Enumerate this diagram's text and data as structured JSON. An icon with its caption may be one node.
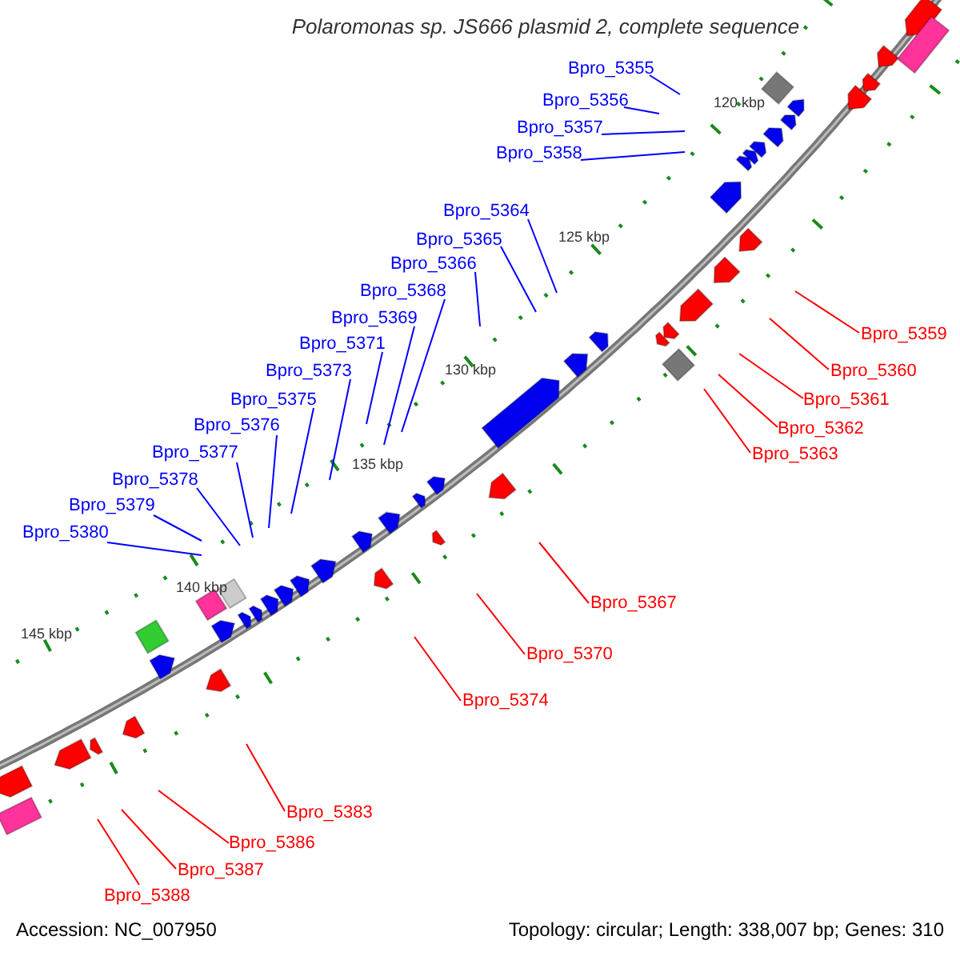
{
  "diagram": {
    "title": "Polaromonas sp. JS666 plasmid 2, complete sequence",
    "nodes": [
      {
        "text": [
          "Bpro_5355"
        ]
      },
      {
        "text": [
          "Bpro_5356"
        ]
      },
      {
        "text": [
          "Bpro_5357"
        ]
      },
      {
        "text": [
          "Bpro_5358"
        ]
      },
      {
        "text": [
          "Bpro_5364"
        ]
      },
      {
        "text": [
          "Bpro_5365"
        ]
      },
      {
        "text": [
          "Bpro_5366"
        ]
      },
      {
        "text": [
          "Bpro_5368"
        ]
      },
      {
        "text": [
          "Bpro_5369"
        ]
      },
      {
        "text": [
          "Bpro_5359"
        ]
      },
      {
        "text": [
          "Bpro_5371"
        ]
      },
      {
        "text": [
          "Bpro_5373"
        ]
      },
      {
        "text": [
          "Bpro_5360"
        ]
      },
      {
        "text": [
          "Bpro_5375"
        ]
      },
      {
        "text": [
          "Bpro_5361"
        ]
      },
      {
        "text": [
          "Bpro_5376"
        ]
      },
      {
        "text": [
          "Bpro_5362"
        ]
      },
      {
        "text": [
          "Bpro_5377"
        ]
      },
      {
        "text": [
          "Bpro_5363"
        ]
      },
      {
        "text": [
          "Bpro_5378"
        ]
      },
      {
        "text": [
          "Bpro_5379"
        ]
      },
      {
        "text": [
          "Bpro_5380"
        ]
      },
      {
        "text": [
          "Bpro_5367"
        ]
      },
      {
        "text": [
          "Bpro_5370"
        ]
      },
      {
        "text": [
          "Bpro_5374"
        ]
      },
      {
        "text": [
          "Bpro_5383"
        ]
      },
      {
        "text": [
          "Bpro_5386"
        ]
      },
      {
        "text": [
          "Bpro_5387"
        ]
      },
      {
        "text": [
          "Bpro_5388"
        ]
      }
    ],
    "edges": [
      {
        "from": 0,
        "to": null,
        "arrow": "none"
      },
      {
        "from": 1,
        "to": null,
        "arrow": "none"
      },
      {
        "from": 2,
        "to": null,
        "arrow": "none"
      },
      {
        "from": 3,
        "to": null,
        "arrow": "none"
      },
      {
        "from": 4,
        "to": null,
        "arrow": "none"
      },
      {
        "from": 5,
        "to": null,
        "arrow": "none"
      },
      {
        "from": 6,
        "to": null,
        "arrow": "none"
      },
      {
        "from": 7,
        "to": null,
        "arrow": "none"
      },
      {
        "from": 8,
        "to": null,
        "arrow": "none"
      },
      {
        "from": 9,
        "to": null,
        "arrow": "none",
        "color": "#ff0000"
      },
      {
        "from": 10,
        "to": null,
        "arrow": "none"
      },
      {
        "from": 11,
        "to": null,
        "arrow": "none"
      },
      {
        "from": 12,
        "to": null,
        "arrow": "none",
        "color": "#ff0000"
      },
      {
        "from": 13,
        "to": null,
        "arrow": "none"
      },
      {
        "from": 14,
        "to": null,
        "arrow": "none",
        "color": "#ff0000"
      },
      {
        "from": 15,
        "to": null,
        "arrow": "none"
      },
      {
        "from": 16,
        "to": null,
        "arrow": "none",
        "color": "#ff0000"
      },
      {
        "from": 17,
        "to": null,
        "arrow": "none"
      },
      {
        "from": 18,
        "to": null,
        "arrow": "none",
        "color": "#ff0000"
      },
      {
        "from": 19,
        "to": null,
        "arrow": "none"
      },
      {
        "from": 20,
        "to": null,
        "arrow": "none"
      },
      {
        "from": 21,
        "to": null,
        "arrow": "none"
      },
      {
        "from": 22,
        "to": null,
        "arrow": "none",
        "color": "#ff0000"
      },
      {
        "from": 23,
        "to": null,
        "arrow": "none",
        "color": "#ff0000"
      },
      {
        "from": 24,
        "to": null,
        "arrow": "none",
        "color": "#ff0000"
      },
      {
        "from": 25,
        "to": null,
        "arrow": "none",
        "color": "#ff0000"
      },
      {
        "from": 26,
        "to": null,
        "arrow": "none",
        "color": "#ff0000"
      },
      {
        "from": 27,
        "to": null,
        "arrow": "none",
        "color": "#ff0000"
      },
      {
        "from": 28,
        "to": null,
        "arrow": "none",
        "color": "#ff0000"
      }
    ],
    "labels": [
      "120 kbp",
      "125 kbp",
      "130 kbp",
      "135 kbp",
      "140 kbp",
      "145 kbp",
      "Accession: NC_007950",
      "Topology: circular; Length: 338,007 bp; Genes: 310"
    ]
  }
}
